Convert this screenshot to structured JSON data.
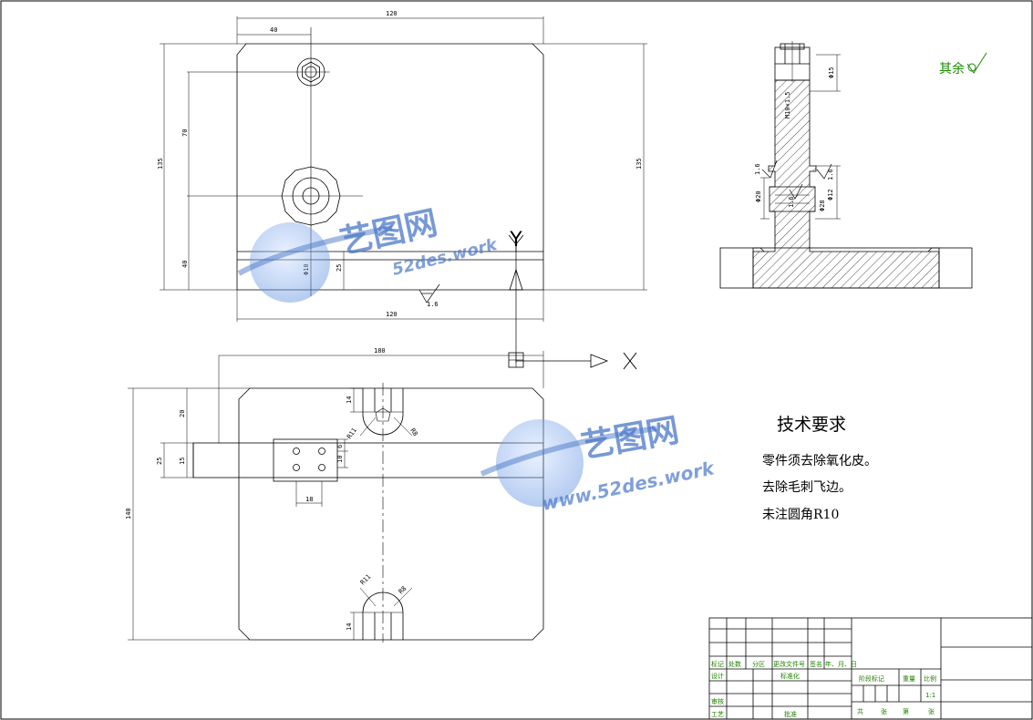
{
  "front_view": {
    "dim_width_top": "120",
    "dim_offset_40": "40",
    "dim_height_left": "135",
    "dim_height_right": "135",
    "dim_70": "70",
    "dim_40": "40",
    "dim_25": "25",
    "dim_phi10": "Φ10",
    "dim_width_bottom": "120",
    "roughness": "1.6",
    "axis_y": "Y"
  },
  "side_view": {
    "dim_phi15": "Φ15",
    "dim_thread": "M10×1.5",
    "dim_phi20": "Φ20",
    "dim_phi28": "Φ28",
    "dim_phi12": "Φ12",
    "roughness_1": "1.6",
    "roughness_2": "1.6",
    "roughness_3": "1.6"
  },
  "top_view": {
    "dim_length": "180",
    "dim_height": "140",
    "dim_25": "25",
    "dim_20": "20",
    "dim_15": "15",
    "dim_14_top": "14",
    "dim_14_bottom": "14",
    "dim_r11_top": "R11",
    "dim_r8_top": "R8",
    "dim_r11_bottom": "R11",
    "dim_r8_bottom": "R8",
    "dim_6": "6",
    "dim_18": "18",
    "dim_10": "10",
    "axis_x": "X"
  },
  "roughness_note": "其余",
  "tech_requirements": {
    "title": "技术要求",
    "lines": [
      "零件须去除氧化皮。",
      "去除毛刺飞边。",
      "未注圆角R10"
    ]
  },
  "watermark": {
    "name": "艺图网",
    "url_1": "52des.work",
    "url_2": "www.52des.work"
  },
  "title_block": {
    "row_labels": [
      "标记",
      "处数",
      "分区",
      "更改文件号",
      "签名",
      "年、月、日"
    ],
    "design": "设计",
    "standard": "标准化",
    "review": "审核",
    "process": "工艺",
    "approve": "批准",
    "stage_mark": "阶段标记",
    "weight": "重量",
    "scale": "比例",
    "scale_value": "1:1",
    "total": "共",
    "sheets": "张",
    "no": "第",
    "sheet": "张"
  },
  "colors": {
    "line": "#000000",
    "titleblock_text": "#208000",
    "watermark": "#4a78c8"
  }
}
